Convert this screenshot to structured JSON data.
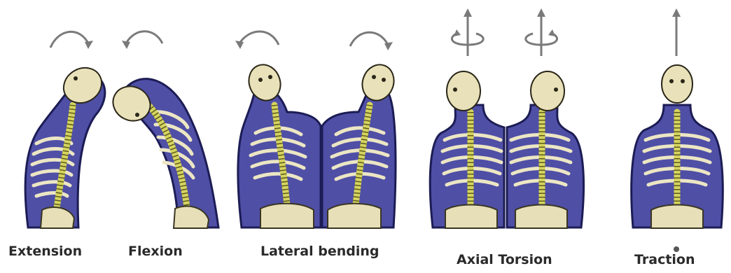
{
  "labels": {
    "extension": "Extension",
    "flexion": "Flexion",
    "lateral_bending": "Lateral bending",
    "axial_torsion": "Axial Torsion",
    "traction": "Traction"
  },
  "colors": {
    "body": "#4f4fa6",
    "bone": "#e9e1b9",
    "spine": "#d6d460",
    "arrow": "#7a7a7a"
  }
}
